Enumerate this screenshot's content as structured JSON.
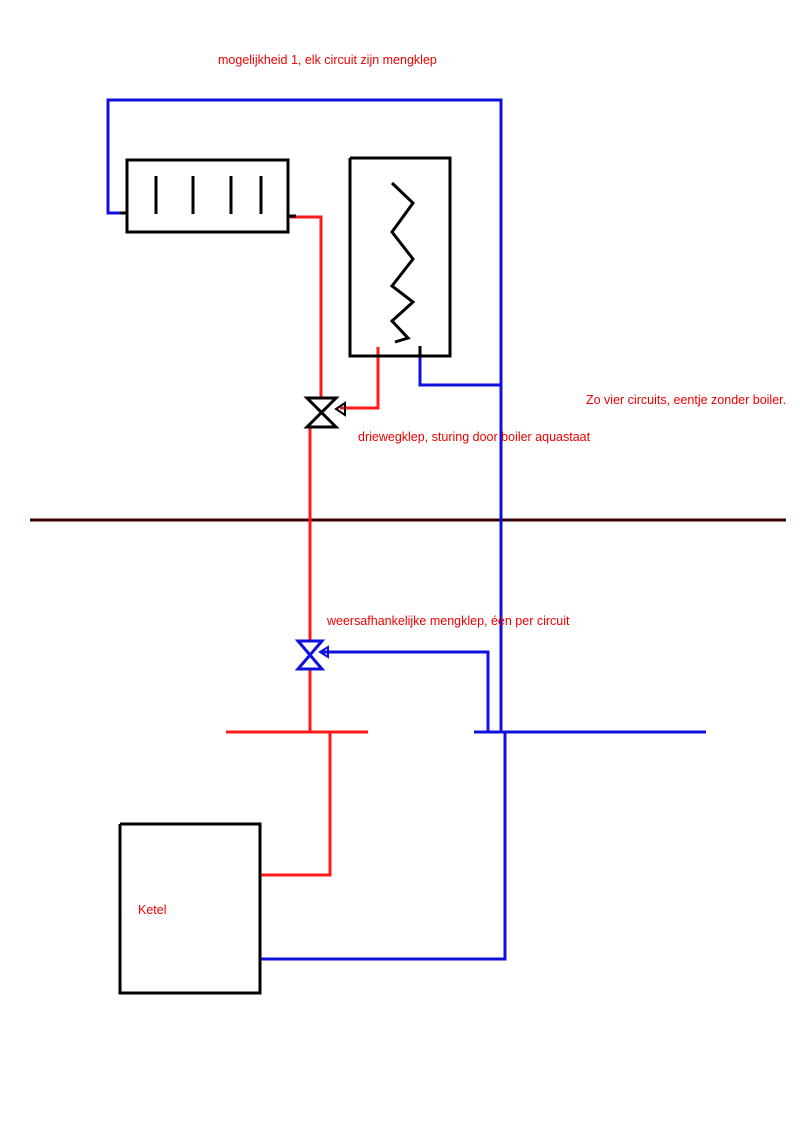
{
  "colors": {
    "supply": "#ff1a1a",
    "return": "#1010dd",
    "outline": "#000000",
    "floor": "#3a0000",
    "label": "#ee0000",
    "background": "#ffffff"
  },
  "labels": {
    "title": "mogelijkheid 1, elk circuit zijn mengklep",
    "circuits_note": "Zo vier circuits, eentje zonder boiler.",
    "three_way_valve": "driewegklep, sturing door boiler aquastaat",
    "mixing_valve": "weersafhankelijke mengklep, één per circuit",
    "boiler": "Ketel"
  },
  "icons": {
    "radiator": "radiator-icon",
    "water_heater": "water-heater-icon",
    "three_way_valve": "three-way-valve-icon",
    "mixing_valve": "mixing-valve-icon",
    "boiler": "boiler-icon"
  }
}
